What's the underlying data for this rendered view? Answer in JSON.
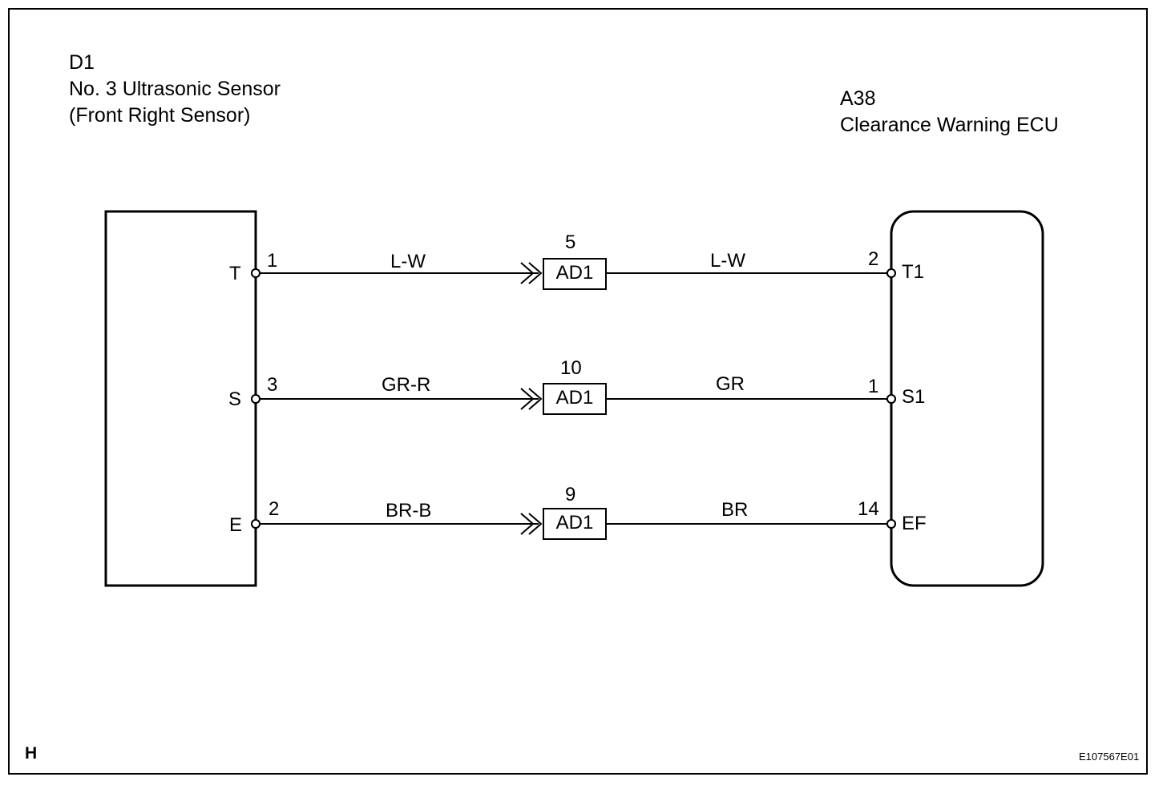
{
  "sensor": {
    "code": "D1",
    "name": "No. 3 Ultrasonic Sensor",
    "subtitle": "(Front Right Sensor)",
    "terminals": [
      {
        "name": "T",
        "pin": "1"
      },
      {
        "name": "S",
        "pin": "3"
      },
      {
        "name": "E",
        "pin": "2"
      }
    ]
  },
  "ecu": {
    "code": "A38",
    "name": "Clearance Warning ECU",
    "terminals": [
      {
        "name": "T1",
        "pin": "2"
      },
      {
        "name": "S1",
        "pin": "1"
      },
      {
        "name": "EF",
        "pin": "14"
      }
    ]
  },
  "wires": [
    {
      "left_color": "L-W",
      "connector": "AD1",
      "connector_pin": "5",
      "right_color": "L-W"
    },
    {
      "left_color": "GR-R",
      "connector": "AD1",
      "connector_pin": "10",
      "right_color": "GR"
    },
    {
      "left_color": "BR-B",
      "connector": "AD1",
      "connector_pin": "9",
      "right_color": "BR"
    }
  ],
  "footer": {
    "sheet_letter": "H",
    "figure_code": "E107567E01"
  }
}
